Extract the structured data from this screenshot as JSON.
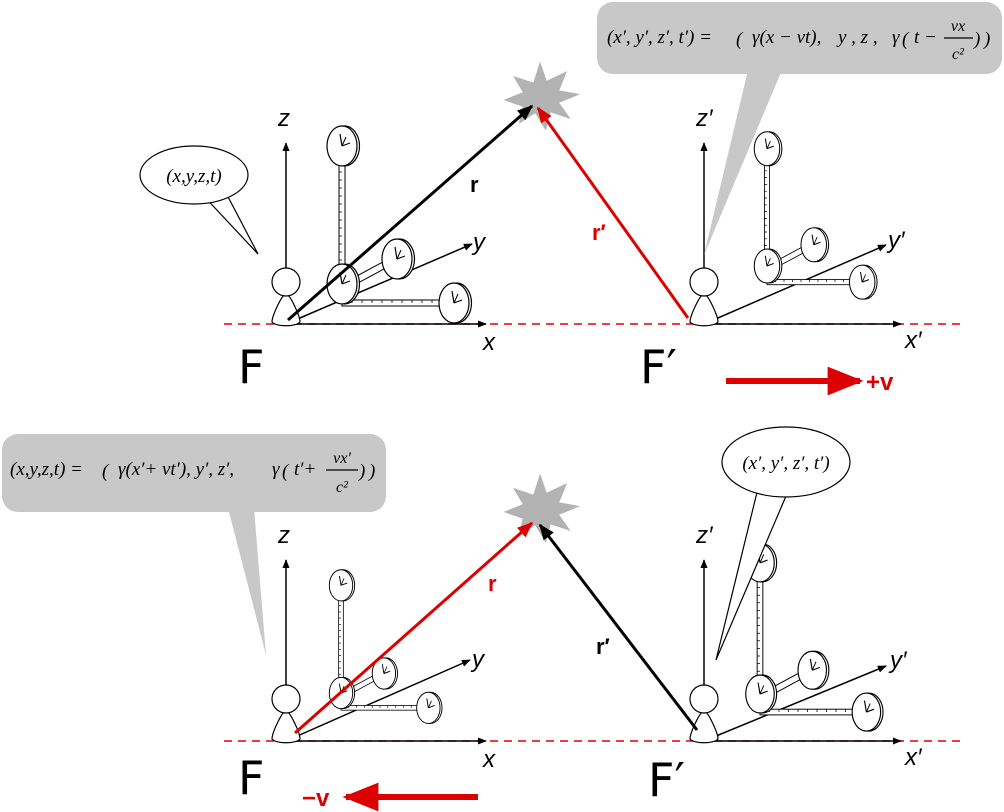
{
  "colors": {
    "black": "#000000",
    "red": "#dd0000",
    "callout": "#c8c8c8"
  },
  "top": {
    "frame_f": {
      "label": "F",
      "axis_x": "x",
      "axis_y": "y",
      "axis_z": "z"
    },
    "frame_fp": {
      "label": "F′",
      "axis_x": "x′",
      "axis_y": "y′",
      "axis_z": "z′"
    },
    "vector_r": "r",
    "vector_rp": "r′",
    "velocity": "+v",
    "bubble_f": "(x,y,z,t)",
    "callout_fp": {
      "lhs": "(x′, y′, z′, t′) =",
      "gamma_term": "γ(x − vt),",
      "middle": "y , z ,",
      "gamma2": "γ",
      "t_minus": "t −",
      "frac_num": "vx",
      "frac_den": "c²"
    }
  },
  "bottom": {
    "frame_f": {
      "label": "F",
      "axis_x": "x",
      "axis_y": "y",
      "axis_z": "z"
    },
    "frame_fp": {
      "label": "F′",
      "axis_x": "x′",
      "axis_y": "y′",
      "axis_z": "z′"
    },
    "vector_r": "r",
    "vector_rp": "r′",
    "velocity": "−v",
    "bubble_fp": "(x′, y′, z′, t′)",
    "callout_f": {
      "lhs": "(x,y,z,t) =",
      "gamma_term": "γ(x′+ vt′), y′, z′,",
      "gamma2": "γ",
      "t_plus": "t′+",
      "frac_num": "vx′",
      "frac_den": "c²"
    }
  }
}
